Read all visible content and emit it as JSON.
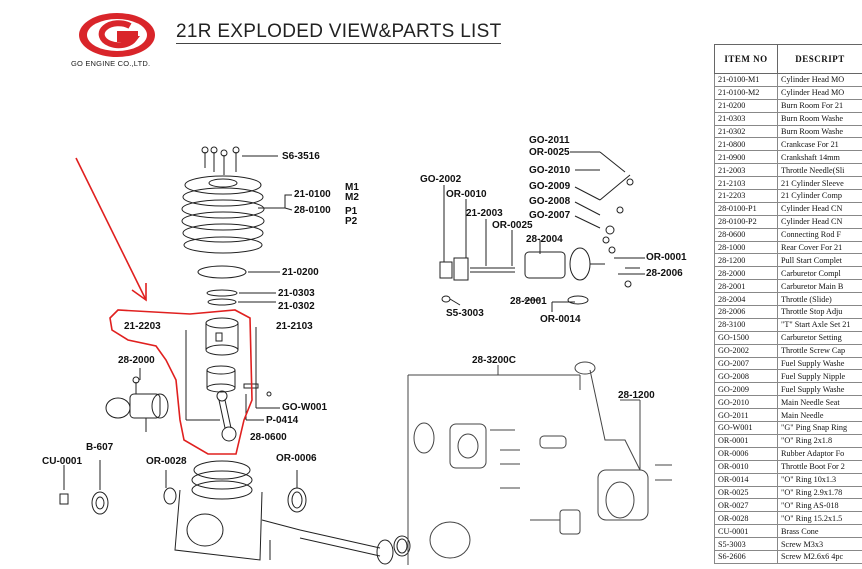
{
  "header": {
    "logo_caption": "GO ENGINE CO.,LTD.",
    "title": "21R EXPLODED VIEW&PARTS LIST"
  },
  "colors": {
    "brand_red": "#d9252a",
    "annotation_red": "#e0201f",
    "line": "#222222"
  },
  "diagram_labels": {
    "s6_3516": "S6-3516",
    "m1": "M1",
    "m2": "M2",
    "p1": "P1",
    "p2": "P2",
    "l21_0100": "21-0100",
    "l28_0100": "28-0100",
    "l21_0200": "21-0200",
    "l21_0303": "21-0303",
    "l21_0302": "21-0302",
    "l21_2203": "21-2203",
    "l21_2103": "21-2103",
    "l28_2000": "28-2000",
    "go_w001": "GO-W001",
    "p_0414": "P-0414",
    "l28_0600": "28-0600",
    "b_607": "B-607",
    "cu_0001": "CU-0001",
    "or_0028": "OR-0028",
    "or_0006": "OR-0006",
    "go_2002": "GO-2002",
    "or_0010": "OR-0010",
    "l21_2003": "21-2003",
    "or_0025_a": "OR-0025",
    "go_2011": "GO-2011",
    "or_0025_b": "OR-0025",
    "go_2010": "GO-2010",
    "go_2009": "GO-2009",
    "go_2008": "GO-2008",
    "go_2007": "GO-2007",
    "l28_2004": "28-2004",
    "or_0001": "OR-0001",
    "l28_2006": "28-2006",
    "l28_2001": "28-2001",
    "or_0014": "OR-0014",
    "s5_3003": "S5-3003",
    "l28_3200c": "28-3200C",
    "l28_1200": "28-1200"
  },
  "parts_table": {
    "headers": [
      "ITEM NO",
      "DESCRIPT"
    ],
    "rows": [
      [
        "21-0100-M1",
        "Cylinder Head MO"
      ],
      [
        "21-0100-M2",
        "Cylinder Head MO"
      ],
      [
        "21-0200",
        "Burn Room For 21"
      ],
      [
        "21-0303",
        "Burn Room Washe"
      ],
      [
        "21-0302",
        "Burn Room Washe"
      ],
      [
        "21-0800",
        "Crankcase For 21"
      ],
      [
        "21-0900",
        "Crankshaft 14mm"
      ],
      [
        "21-2003",
        "Throttle Needle(Sli"
      ],
      [
        "21-2103",
        "21 Cylinder Sleeve"
      ],
      [
        "21-2203",
        "21 Cylinder Comp"
      ],
      [
        "28-0100-P1",
        "Cylinder Head CN"
      ],
      [
        "28-0100-P2",
        "Cylinder Head CN"
      ],
      [
        "28-0600",
        "Connecting Rod F"
      ],
      [
        "28-1000",
        "Rear Cover For 21"
      ],
      [
        "28-1200",
        "Pull Start Complet"
      ],
      [
        "28-2000",
        "Carburetor Compl"
      ],
      [
        "28-2001",
        "Carburetor Main B"
      ],
      [
        "28-2004",
        "Throttle (Slide)"
      ],
      [
        "28-2006",
        "Throttle Stop Adju"
      ],
      [
        "28-3100",
        "\"T\" Start Axle Set 21"
      ],
      [
        "GO-1500",
        "Carburetor Setting"
      ],
      [
        "GO-2002",
        "Throttle Screw Cap"
      ],
      [
        "GO-2007",
        "Fuel Supply Washe"
      ],
      [
        "GO-2008",
        "Fuel Supply Nipple"
      ],
      [
        "GO-2009",
        "Fuel Supply Washe"
      ],
      [
        "GO-2010",
        "Main Needle Seat"
      ],
      [
        "GO-2011",
        "Main Needle"
      ],
      [
        "GO-W001",
        "\"G\" Ping Snap Ring"
      ],
      [
        "OR-0001",
        "\"O\" Ring 2x1.8"
      ],
      [
        "OR-0006",
        "Rubber Adaptor Fo"
      ],
      [
        "OR-0010",
        "Throttle Boot For 2"
      ],
      [
        "OR-0014",
        "\"O\" Ring 10x1.3"
      ],
      [
        "OR-0025",
        "\"O\" Ring 2.9x1.78"
      ],
      [
        "OR-0027",
        "\"O\" Ring AS-018"
      ],
      [
        "OR-0028",
        "\"O\" Ring 15.2x1.5"
      ],
      [
        "CU-0001",
        "Brass Cone"
      ],
      [
        "S5-3003",
        "Screw M3x3"
      ],
      [
        "S6-2606",
        "Screw M2.6x6 4pc"
      ]
    ]
  }
}
